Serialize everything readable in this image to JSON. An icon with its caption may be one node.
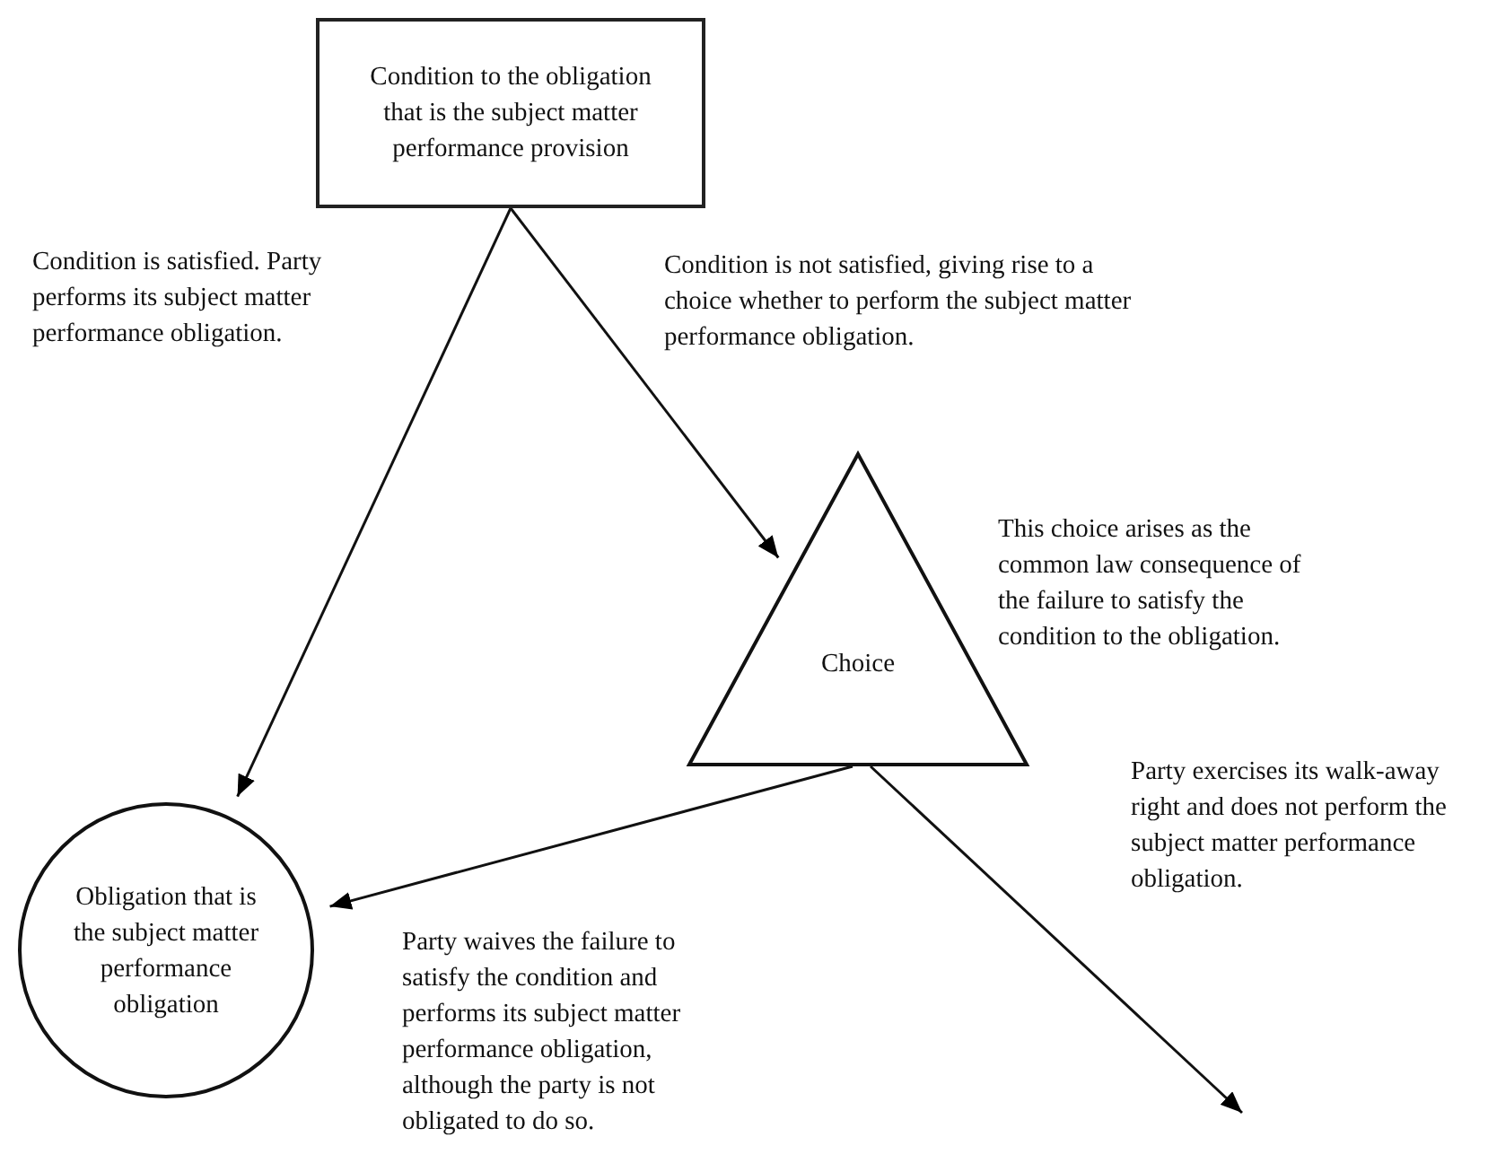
{
  "diagram": {
    "nodes": [
      {
        "text": [
          "Condition to the obligation that is the subject matter performance provision"
        ]
      },
      {
        "text": [
          "Choice"
        ],
        "beside": [
          "This choice arises as the common law consequence of the failure to satisfy the condition to the obligation."
        ]
      },
      {
        "text": [
          "Obligation that is the subject matter performance obligation"
        ]
      }
    ],
    "edges": [
      {
        "from": 0,
        "to": 2,
        "arrow": "to",
        "label": "Condition is satisfied. Party performs its subject matter performance obligation."
      },
      {
        "from": 0,
        "to": 1,
        "arrow": "to",
        "label": "Condition is not satisfied, giving rise to a choice whether to perform the subject matter performance obligation."
      },
      {
        "from": 1,
        "to": 2,
        "arrow": "to",
        "label": "Party waives the failure to satisfy the condition and performs its subject matter performance obligation, although the party is not obligated to do so."
      },
      {
        "from": 1,
        "to": null,
        "arrow": "to",
        "label": "Party exercises its walk-away right and does not perform the subject matter performance obligation."
      }
    ]
  }
}
